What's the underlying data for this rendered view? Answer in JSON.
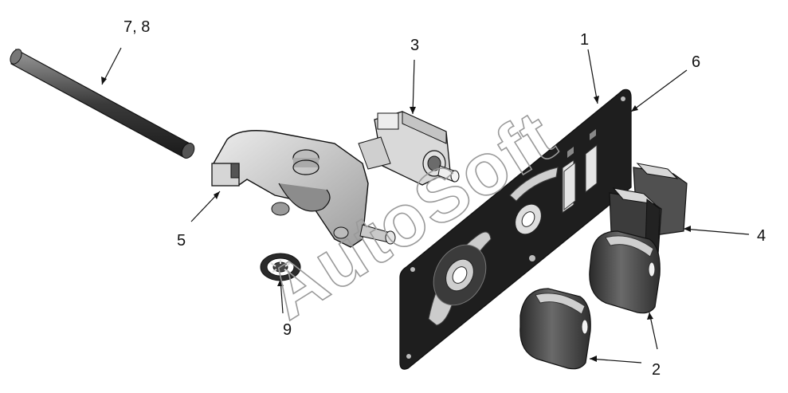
{
  "callouts": {
    "part_1": "1",
    "part_2": "2",
    "part_3": "3",
    "part_4": "4",
    "part_5": "5",
    "part_6": "6",
    "part_7_8": "7, 8",
    "part_9": "9"
  },
  "watermark": {
    "text": "AutoSoft"
  },
  "colors": {
    "line": "#111111",
    "panel": "#1e1e1e",
    "metal": "#cfcfcf",
    "metal_dark": "#8a8a8a",
    "knob": "#4a4a4a",
    "knob_light": "#d8d8d8",
    "watermark": "#9a9a9a"
  }
}
